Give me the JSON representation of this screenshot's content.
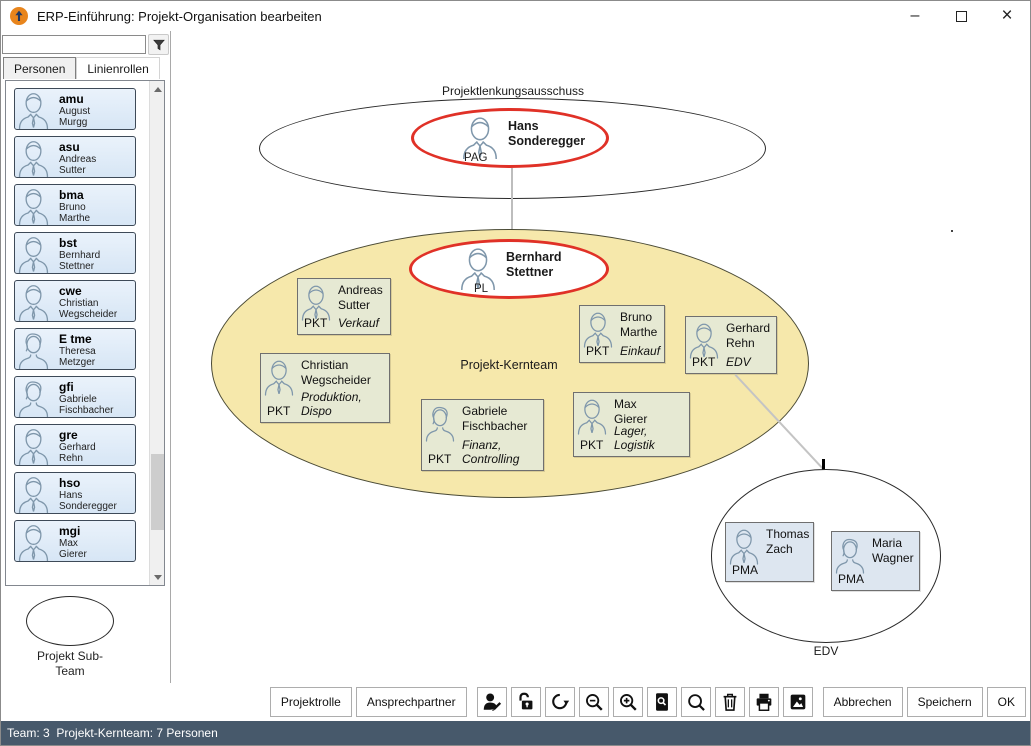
{
  "window": {
    "title": "ERP-Einführung: Projekt-Organisation bearbeiten",
    "controls": {
      "minimize": "–",
      "close": "×"
    }
  },
  "sidebar": {
    "search": {
      "value": ""
    },
    "tabs": [
      {
        "label": "Personen",
        "active": true
      },
      {
        "label": "Linienrollen",
        "active": false
      }
    ],
    "persons": [
      {
        "code": "amu",
        "first": "August",
        "last": "Murgg"
      },
      {
        "code": "asu",
        "first": "Andreas",
        "last": "Sutter"
      },
      {
        "code": "bma",
        "first": "Bruno",
        "last": "Marthe"
      },
      {
        "code": "bst",
        "first": "Bernhard",
        "last": "Stettner"
      },
      {
        "code": "cwe",
        "first": "Christian",
        "last": "Wegscheider"
      },
      {
        "code": "E tme",
        "first": "Theresa",
        "last": "Metzger"
      },
      {
        "code": "gfi",
        "first": "Gabriele",
        "last": "Fischbacher"
      },
      {
        "code": "gre",
        "first": "Gerhard",
        "last": "Rehn"
      },
      {
        "code": "hso",
        "first": "Hans",
        "last": "Sonderegger"
      },
      {
        "code": "mgi",
        "first": "Max",
        "last": "Gierer"
      }
    ],
    "subteam_label": "Projekt Sub-\nTeam"
  },
  "canvas": {
    "steering": {
      "label": "Projektlenkungsausschuss",
      "leader": {
        "name": "Hans\nSonderegger",
        "role": "PAG"
      }
    },
    "kernteam": {
      "label": "Projekt-Kernteam",
      "leader": {
        "name": "Bernhard\nStettner",
        "role": "PL"
      },
      "cards": [
        {
          "name": "Andreas\nSutter",
          "role": "PKT",
          "dept": "Verkauf"
        },
        {
          "name": "Christian\nWegscheider",
          "role": "PKT",
          "dept": "Produktion,\nDispo"
        },
        {
          "name": "Gabriele\nFischbacher",
          "role": "PKT",
          "dept": "Finanz,\nControlling"
        },
        {
          "name": "Bruno\nMarthe",
          "role": "PKT",
          "dept": "Einkauf"
        },
        {
          "name": "Max\nGierer",
          "role": "PKT",
          "dept": "Lager, Logistik"
        },
        {
          "name": "Gerhard\nRehn",
          "role": "PKT",
          "dept": "EDV"
        }
      ]
    },
    "subteam": {
      "label": "EDV",
      "cards": [
        {
          "name": "Thomas\nZach",
          "role": "PMA"
        },
        {
          "name": "Maria\nWagner",
          "role": "PMA"
        }
      ]
    }
  },
  "toolbar": {
    "buttons": [
      {
        "label": "Projektrolle"
      },
      {
        "label": "Ansprechpartner"
      }
    ],
    "icon_names": [
      "person-edit",
      "unlock",
      "rotate",
      "zoom-out",
      "zoom-in",
      "page-zoom",
      "search",
      "delete",
      "print",
      "export-image"
    ],
    "actions": [
      {
        "label": "Abbrechen"
      },
      {
        "label": "Speichern"
      },
      {
        "label": "OK"
      }
    ]
  },
  "statusbar": {
    "text": "Team: 3  Projekt-Kernteam: 7 Personen"
  },
  "colors": {
    "accent_red": "#e03127",
    "team_fill": "#f6e8ab",
    "card_kernteam": "#e6e9d3",
    "card_subteam": "#dde6f0",
    "sidebar_card": "#d7e6f5",
    "statusbar": "#47596b",
    "app_icon_orange": "#e8851d"
  }
}
